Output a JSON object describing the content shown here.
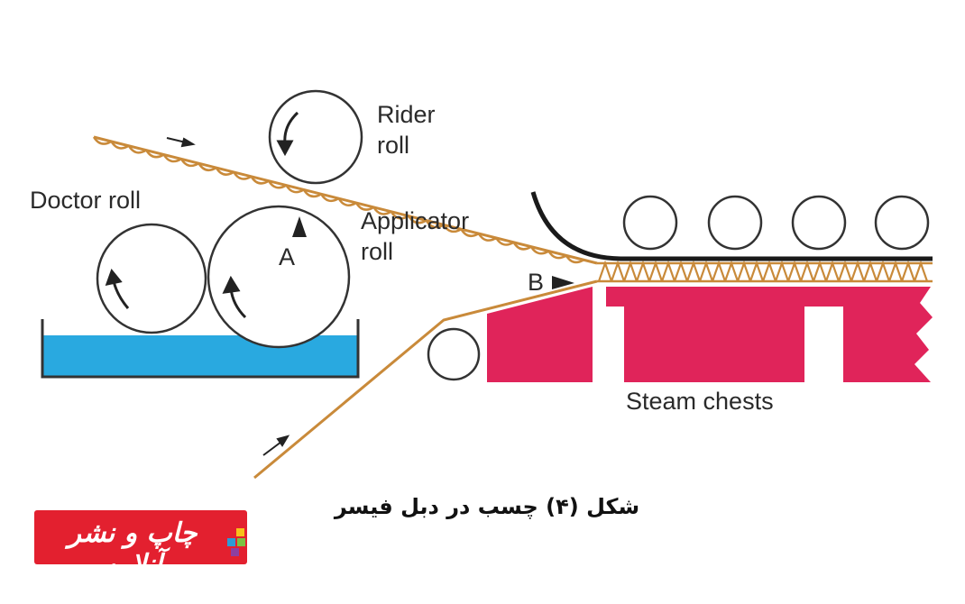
{
  "labels": {
    "rider_roll_1": "Rider",
    "rider_roll_2": "roll",
    "doctor_roll": "Doctor roll",
    "applicator_roll_1": "Applicator",
    "applicator_roll_2": "roll",
    "point_a": "A",
    "point_b": "B",
    "steam_chests": "Steam chests"
  },
  "caption": "شکل (۴) چسب در دبل فیسر",
  "logo": {
    "text": "چاپ و نشر آنلاین"
  },
  "colors": {
    "web": "#c98a3a",
    "glue_bath": "#29a9e0",
    "steam_chest": "#e0245a",
    "belt": "#1a1a1a",
    "roll_outline": "#333333",
    "logo_red": "#e3202f"
  }
}
